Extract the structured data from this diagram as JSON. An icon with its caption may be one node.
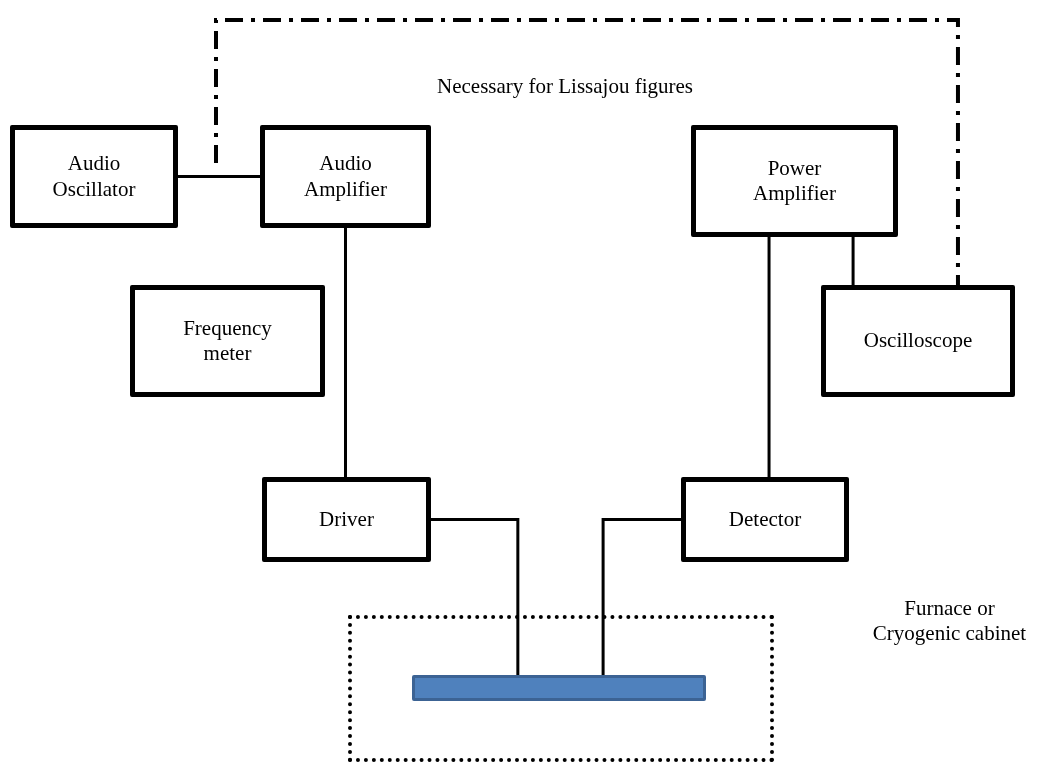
{
  "diagram": {
    "nodes": [
      {
        "text": [
          "Audio Oscillator"
        ]
      },
      {
        "text": [
          "Audio Amplifier"
        ]
      },
      {
        "text": [
          "Power Amplifier"
        ]
      },
      {
        "text": [
          "Frequency meter"
        ]
      },
      {
        "text": [
          "Oscilloscope"
        ]
      },
      {
        "text": [
          "Driver"
        ]
      },
      {
        "text": [
          "Detector"
        ]
      },
      {
        "text": [],
        "shape": "box"
      },
      {
        "text": [],
        "shape": "bar",
        "in": 7
      }
    ],
    "edges": [
      {
        "from": 0,
        "to": 1,
        "arrow": "none"
      },
      {
        "from": 1,
        "to": 5,
        "arrow": "none"
      },
      {
        "from": 2,
        "to": 6,
        "arrow": "none"
      },
      {
        "from": 2,
        "to": 4,
        "arrow": "none"
      },
      {
        "from": 5,
        "to": 8,
        "arrow": "none"
      },
      {
        "from": 6,
        "to": 8,
        "arrow": "none"
      },
      {
        "from": null,
        "to": 4,
        "arrow": "none",
        "style": "dashed"
      }
    ],
    "labels": [
      "Necessary for Lissajou figures",
      "Furnace or Cryogenic cabinet"
    ]
  }
}
